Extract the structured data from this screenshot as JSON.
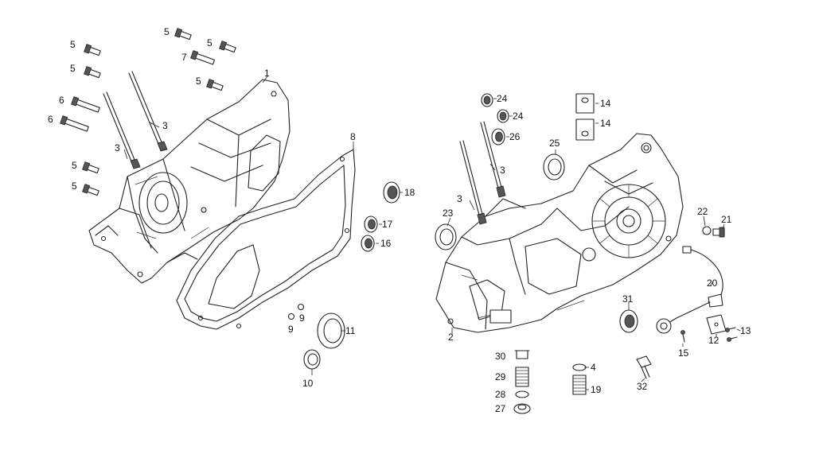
{
  "callouts": [
    {
      "id": "c1",
      "text": "1"
    },
    {
      "id": "c2",
      "text": "2"
    },
    {
      "id": "c3a",
      "text": "3"
    },
    {
      "id": "c3b",
      "text": "3"
    },
    {
      "id": "c3c",
      "text": "3"
    },
    {
      "id": "c3d",
      "text": "3"
    },
    {
      "id": "c4",
      "text": "4"
    },
    {
      "id": "c5a",
      "text": "5"
    },
    {
      "id": "c5b",
      "text": "5"
    },
    {
      "id": "c5c",
      "text": "5"
    },
    {
      "id": "c5d",
      "text": "5"
    },
    {
      "id": "c5e",
      "text": "5"
    },
    {
      "id": "c5f",
      "text": "5"
    },
    {
      "id": "c5g",
      "text": "5"
    },
    {
      "id": "c6a",
      "text": "6"
    },
    {
      "id": "c6b",
      "text": "6"
    },
    {
      "id": "c7",
      "text": "7"
    },
    {
      "id": "c8",
      "text": "8"
    },
    {
      "id": "c9a",
      "text": "9"
    },
    {
      "id": "c9b",
      "text": "9"
    },
    {
      "id": "c10",
      "text": "10"
    },
    {
      "id": "c11",
      "text": "11"
    },
    {
      "id": "c12",
      "text": "12"
    },
    {
      "id": "c13",
      "text": "13"
    },
    {
      "id": "c14a",
      "text": "14"
    },
    {
      "id": "c14b",
      "text": "14"
    },
    {
      "id": "c15",
      "text": "15"
    },
    {
      "id": "c16",
      "text": "16"
    },
    {
      "id": "c17",
      "text": "17"
    },
    {
      "id": "c18",
      "text": "18"
    },
    {
      "id": "c19",
      "text": "19"
    },
    {
      "id": "c20",
      "text": "20"
    },
    {
      "id": "c21",
      "text": "21"
    },
    {
      "id": "c22",
      "text": "22"
    },
    {
      "id": "c23",
      "text": "23"
    },
    {
      "id": "c24a",
      "text": "24"
    },
    {
      "id": "c24b",
      "text": "24"
    },
    {
      "id": "c25",
      "text": "25"
    },
    {
      "id": "c26",
      "text": "26"
    },
    {
      "id": "c27",
      "text": "27"
    },
    {
      "id": "c28",
      "text": "28"
    },
    {
      "id": "c29",
      "text": "29"
    },
    {
      "id": "c30",
      "text": "30"
    },
    {
      "id": "c31",
      "text": "31"
    },
    {
      "id": "c32",
      "text": "32"
    }
  ]
}
